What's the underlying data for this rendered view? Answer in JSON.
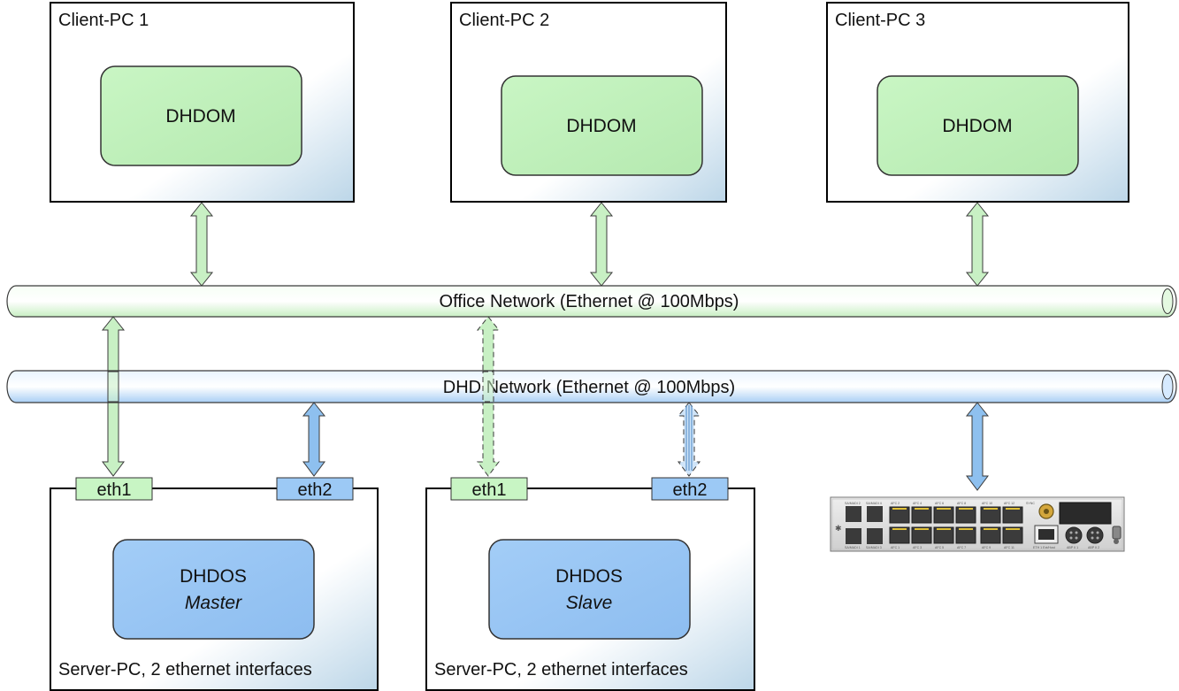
{
  "clients": [
    {
      "title": "Client-PC 1",
      "module": "DHDOM"
    },
    {
      "title": "Client-PC 2",
      "module": "DHDOM"
    },
    {
      "title": "Client-PC 3",
      "module": "DHDOM"
    }
  ],
  "networks": {
    "office": "Office Network (Ethernet @ 100Mbps)",
    "dhd": "DHD Network (Ethernet @ 100Mbps)"
  },
  "servers": [
    {
      "module": "DHDOS",
      "role": "Master",
      "caption": "Server-PC, 2 ethernet interfaces",
      "eth1": "eth1",
      "eth2": "eth2"
    },
    {
      "module": "DHDOS",
      "role": "Slave",
      "caption": "Server-PC, 2 ethernet interfaces",
      "eth1": "eth1",
      "eth2": "eth2"
    }
  ],
  "device": {
    "top_labels": [
      "SA/MADI 2",
      "SA/MADI 4",
      "AFC 2",
      "AFC 4",
      "AFC 6",
      "AFC 8",
      "AFC 10",
      "AFC 12",
      "SYNC"
    ],
    "bottom_labels": [
      "SA/MADI 1",
      "SA/MADI 3",
      "AFC 1",
      "AFC 3",
      "AFC 5",
      "AFC 7",
      "AFC 9",
      "AFC 11",
      "ETH 1 Ext/Host",
      "ABP II 1",
      "ABP II 2"
    ]
  },
  "colors": {
    "client_pipe": "#dff7dc",
    "dhd_pipe": "#c8e1fb",
    "green_module": "#c8f5c4",
    "blue_module": "#9cc9f5",
    "green_arrow": "#c8f0c4",
    "blue_arrow": "#8ec0ef"
  }
}
